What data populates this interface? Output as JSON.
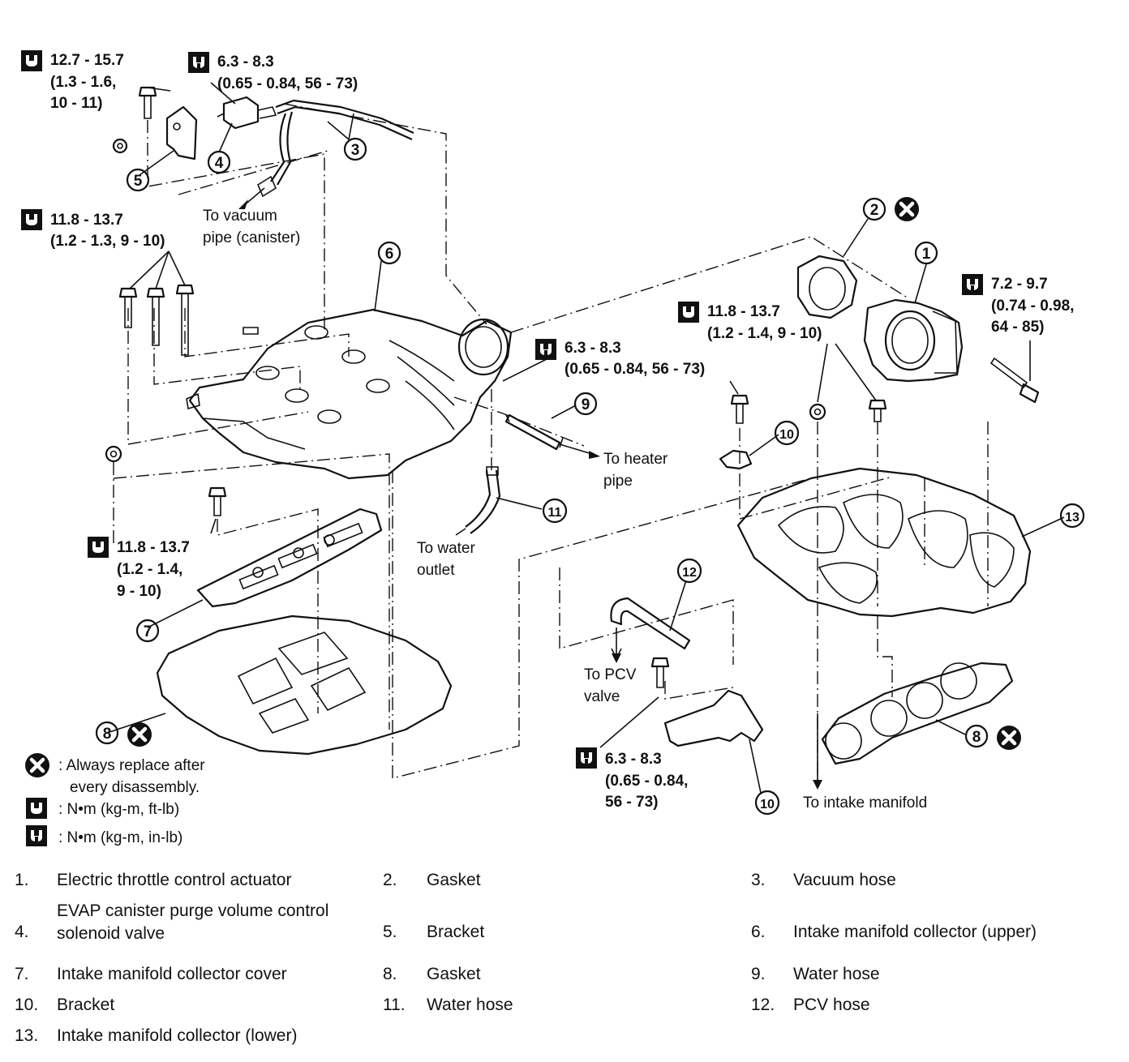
{
  "torque_specs": [
    {
      "id": "t1",
      "lines": [
        "12.7 - 15.7",
        "(1.3 - 1.6,",
        "10 - 11)"
      ],
      "unit_type": "ft-lb"
    },
    {
      "id": "t2",
      "lines": [
        "6.3 - 8.3",
        "(0.65 - 0.84, 56 - 73)"
      ],
      "unit_type": "in-lb"
    },
    {
      "id": "t3",
      "lines": [
        "11.8 - 13.7",
        "(1.2 - 1.3, 9 - 10)"
      ],
      "unit_type": "ft-lb"
    },
    {
      "id": "t4",
      "lines": [
        "6.3 - 8.3",
        "(0.65 - 0.84, 56 - 73)"
      ],
      "unit_type": "in-lb"
    },
    {
      "id": "t5",
      "lines": [
        "11.8 - 13.7",
        "(1.2 - 1.4, 9 - 10)"
      ],
      "unit_type": "ft-lb"
    },
    {
      "id": "t6",
      "lines": [
        "7.2 - 9.7",
        "(0.74 - 0.98,",
        "64 - 85)"
      ],
      "unit_type": "in-lb"
    },
    {
      "id": "t7",
      "lines": [
        "11.8 - 13.7",
        "(1.2 - 1.4,",
        "9 - 10)"
      ],
      "unit_type": "ft-lb"
    },
    {
      "id": "t8",
      "lines": [
        "6.3 - 8.3",
        "(0.65 - 0.84,",
        "56 - 73)"
      ],
      "unit_type": "in-lb"
    }
  ],
  "routing_labels": {
    "vacuum": [
      "To vacuum",
      "pipe (canister)"
    ],
    "heater": [
      "To heater",
      "pipe"
    ],
    "water_outlet": [
      "To water",
      "outlet"
    ],
    "pcv": [
      "To PCV",
      "valve"
    ],
    "intake": "To intake manifold"
  },
  "callouts": [
    "1",
    "2",
    "3",
    "4",
    "5",
    "6",
    "7",
    "8",
    "9",
    "10",
    "11",
    "12",
    "13"
  ],
  "legend": {
    "replace_line1": ": Always replace after",
    "replace_line2": "every disassembly.",
    "ftlb": ": N•m  (kg-m,  ft-lb)",
    "inlb": ": N•m  (kg-m,  in-lb)"
  },
  "parts": [
    {
      "num": "1.",
      "name": "Electric throttle control actuator"
    },
    {
      "num": "2.",
      "name": "Gasket"
    },
    {
      "num": "3.",
      "name": "Vacuum hose"
    },
    {
      "num": "4.",
      "name": "EVAP canister purge volume control",
      "name2": "solenoid valve"
    },
    {
      "num": "5.",
      "name": "Bracket"
    },
    {
      "num": "6.",
      "name": "Intake manifold collector (upper)"
    },
    {
      "num": "7.",
      "name": "Intake manifold collector cover"
    },
    {
      "num": "8.",
      "name": "Gasket"
    },
    {
      "num": "9.",
      "name": "Water hose"
    },
    {
      "num": "10.",
      "name": "Bracket"
    },
    {
      "num": "11.",
      "name": "Water hose"
    },
    {
      "num": "12.",
      "name": "PCV hose"
    },
    {
      "num": "13.",
      "name": "Intake manifold collector (lower)"
    }
  ]
}
